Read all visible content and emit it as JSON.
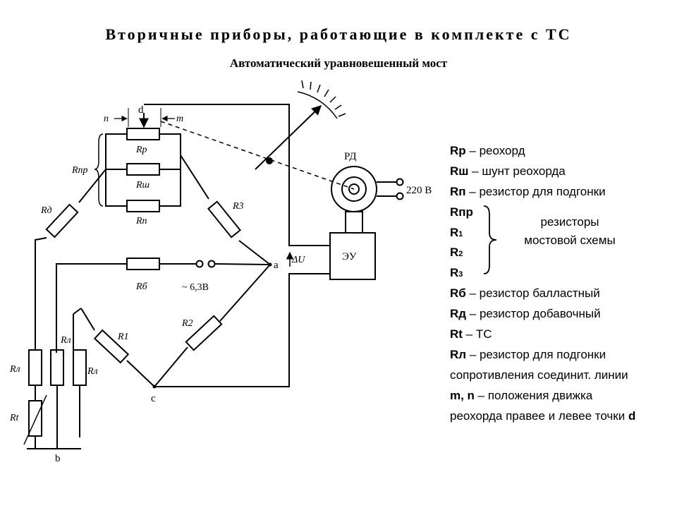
{
  "header": {
    "title": "Вторичные приборы, работающие в комплекте с ТС",
    "subtitle": "Автоматический уравновешенный мост"
  },
  "diagram": {
    "labels": {
      "n": "n",
      "d": "d",
      "m": "m",
      "Rp": "Rр",
      "Rsh": "Rш",
      "Rn": "Rп",
      "Rpr": "Rпр",
      "R3": "R3",
      "Rd": "Rд",
      "Rb": "Rб",
      "R1": "R1",
      "R2": "R2",
      "Rl_left": "Rл",
      "Rl_mid": "Rл",
      "Rl_right": "Rл",
      "Rt": "Rt",
      "a": "a",
      "b": "b",
      "c": "c",
      "supply_ac": "~ 6,3В",
      "dU": "ΔU",
      "EU": "ЭУ",
      "RD": "РД",
      "v220": "220 В"
    }
  },
  "legend": {
    "rows": [
      {
        "key": "Rр",
        "text": " – реохорд"
      },
      {
        "key": "Rш",
        "text": " – шунт реохорда"
      },
      {
        "key": "Rп",
        "text": " – резистор для подгонки"
      },
      {
        "key": "Rпр",
        "text": ""
      },
      {
        "key": "R",
        "sub": "1",
        "text": ""
      },
      {
        "key": "R",
        "sub": "2",
        "text": ""
      },
      {
        "key": "R",
        "sub": "3",
        "text": ""
      },
      {
        "key": "Rб",
        "text": " – резистор балластный"
      },
      {
        "key": "Rд",
        "text": " – резистор добавочный"
      },
      {
        "key": "Rt",
        "text": " – ТС"
      },
      {
        "key": "Rл",
        "text": " – резистор для подгонки"
      },
      {
        "key": "",
        "text": "сопротивления соединит. линии"
      },
      {
        "key": "m, n",
        "text": " – положения движка"
      },
      {
        "key": "",
        "text": "реохорда правее и левее точки ",
        "tail": "d"
      }
    ],
    "group_note_line1": "резисторы",
    "group_note_line2": "мостовой схемы"
  }
}
